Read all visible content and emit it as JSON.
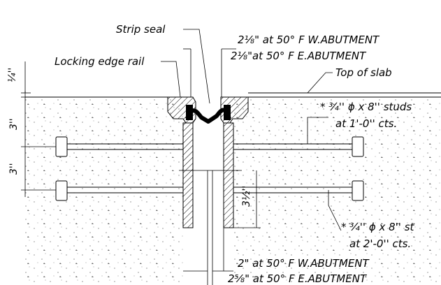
{
  "labels": {
    "strip_seal": "Strip seal",
    "locking_edge_rail": "Locking edge rail",
    "top_opening_w": "2⅛\" at 50° F W.ABUTMENT",
    "top_opening_e": "2⅛\"at 50° F E.ABUTMENT",
    "top_of_slab": "Top of slab",
    "studs_upper_1": "* ¾'' ϕ x 8'' studs",
    "studs_upper_2": "at 1'-0'' cts.",
    "studs_lower_1": "* ¾'' ϕ x 8'' st",
    "studs_lower_2": "at 2'-0'' cts.",
    "bottom_opening_w": "2\" at 50° F W.ABUTMENT",
    "bottom_opening_e": "2⅝\" at 50° F E.ABUTMENT"
  },
  "dimensions": {
    "quarter_inch": "¼''",
    "upper_3in": "3''",
    "lower_3in": "3''",
    "three_half_in": "3½''"
  }
}
